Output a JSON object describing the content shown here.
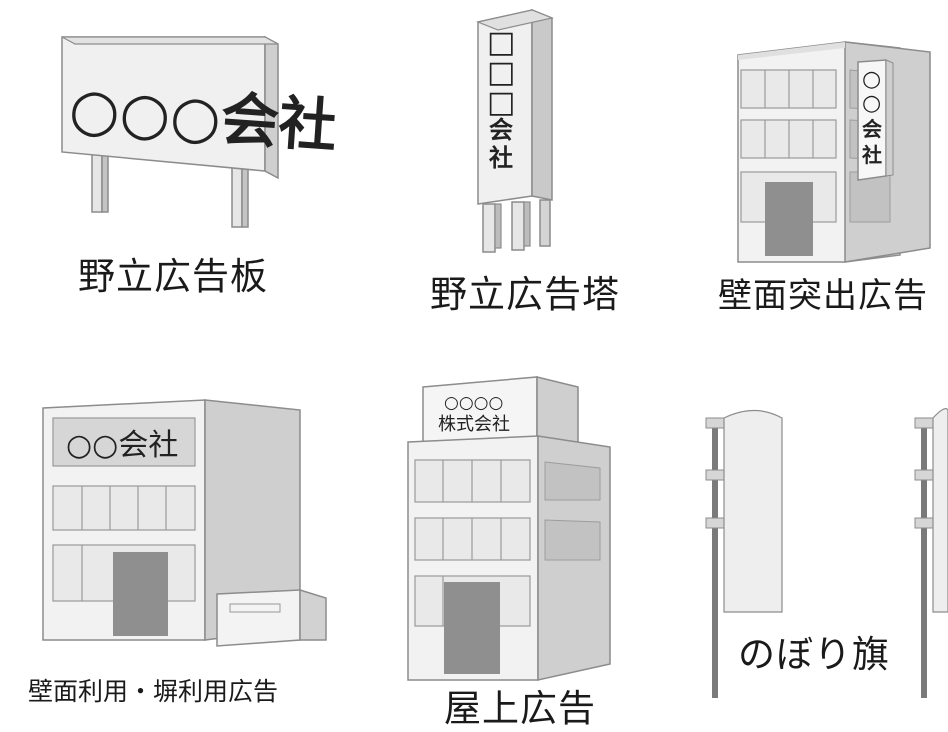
{
  "items": {
    "billboard": {
      "caption": "野立広告板",
      "sign_text": "○○○会社"
    },
    "tower": {
      "caption": "野立広告塔",
      "sign_chars": [
        "□",
        "□",
        "□",
        "会",
        "社"
      ]
    },
    "projecting": {
      "caption": "壁面突出広告",
      "sign_chars": [
        "○",
        "○",
        "会",
        "社"
      ]
    },
    "wall": {
      "caption": "壁面利用・塀利用広告",
      "sign_text": "○○会社"
    },
    "rooftop": {
      "caption": "屋上広告",
      "sign_line1": "○○○○",
      "sign_line2": "株式会社"
    },
    "nobori": {
      "caption": "のぼり旗"
    }
  },
  "colors": {
    "outline": "#8c8c8c",
    "face_light": "#f1f1f1",
    "face_mid": "#d9d9d9",
    "face_dark": "#bdbdbd",
    "door": "#8f8f8f",
    "pole": "#7a7a7a",
    "banner_plate": "#d6d6d6"
  }
}
